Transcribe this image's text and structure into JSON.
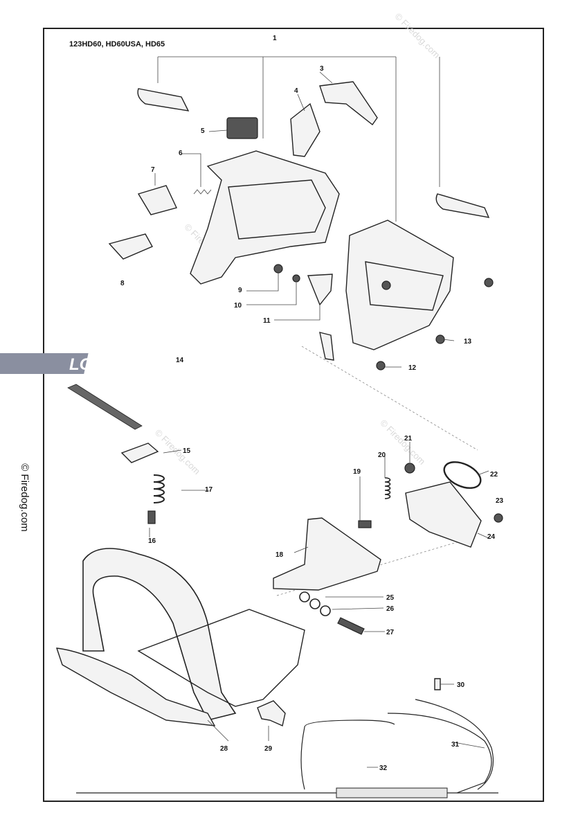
{
  "header": {
    "models": "123HD60, HD60USA, HD65"
  },
  "copyright": "© Firedog.com",
  "watermark": "© Firedog.com",
  "logo": {
    "text": "LOWVIB"
  },
  "colors": {
    "background": "#ffffff",
    "line": "#222222",
    "watermark": "#d9d9d9"
  },
  "callouts": [
    {
      "id": "1",
      "label": "1"
    },
    {
      "id": "3",
      "label": "3"
    },
    {
      "id": "4",
      "label": "4"
    },
    {
      "id": "5",
      "label": "5"
    },
    {
      "id": "6",
      "label": "6"
    },
    {
      "id": "7",
      "label": "7"
    },
    {
      "id": "8",
      "label": "8"
    },
    {
      "id": "9",
      "label": "9"
    },
    {
      "id": "10",
      "label": "10"
    },
    {
      "id": "11",
      "label": "11"
    },
    {
      "id": "12",
      "label": "12"
    },
    {
      "id": "13",
      "label": "13"
    },
    {
      "id": "14",
      "label": "14"
    },
    {
      "id": "15",
      "label": "15"
    },
    {
      "id": "16",
      "label": "16"
    },
    {
      "id": "17",
      "label": "17"
    },
    {
      "id": "18",
      "label": "18"
    },
    {
      "id": "19",
      "label": "19"
    },
    {
      "id": "20",
      "label": "20"
    },
    {
      "id": "21",
      "label": "21"
    },
    {
      "id": "22",
      "label": "22"
    },
    {
      "id": "23",
      "label": "23"
    },
    {
      "id": "24",
      "label": "24"
    },
    {
      "id": "25",
      "label": "25"
    },
    {
      "id": "26",
      "label": "26"
    },
    {
      "id": "27",
      "label": "27"
    },
    {
      "id": "28",
      "label": "28"
    },
    {
      "id": "29",
      "label": "29"
    },
    {
      "id": "30",
      "label": "30"
    },
    {
      "id": "31",
      "label": "31"
    },
    {
      "id": "32",
      "label": "32"
    }
  ]
}
